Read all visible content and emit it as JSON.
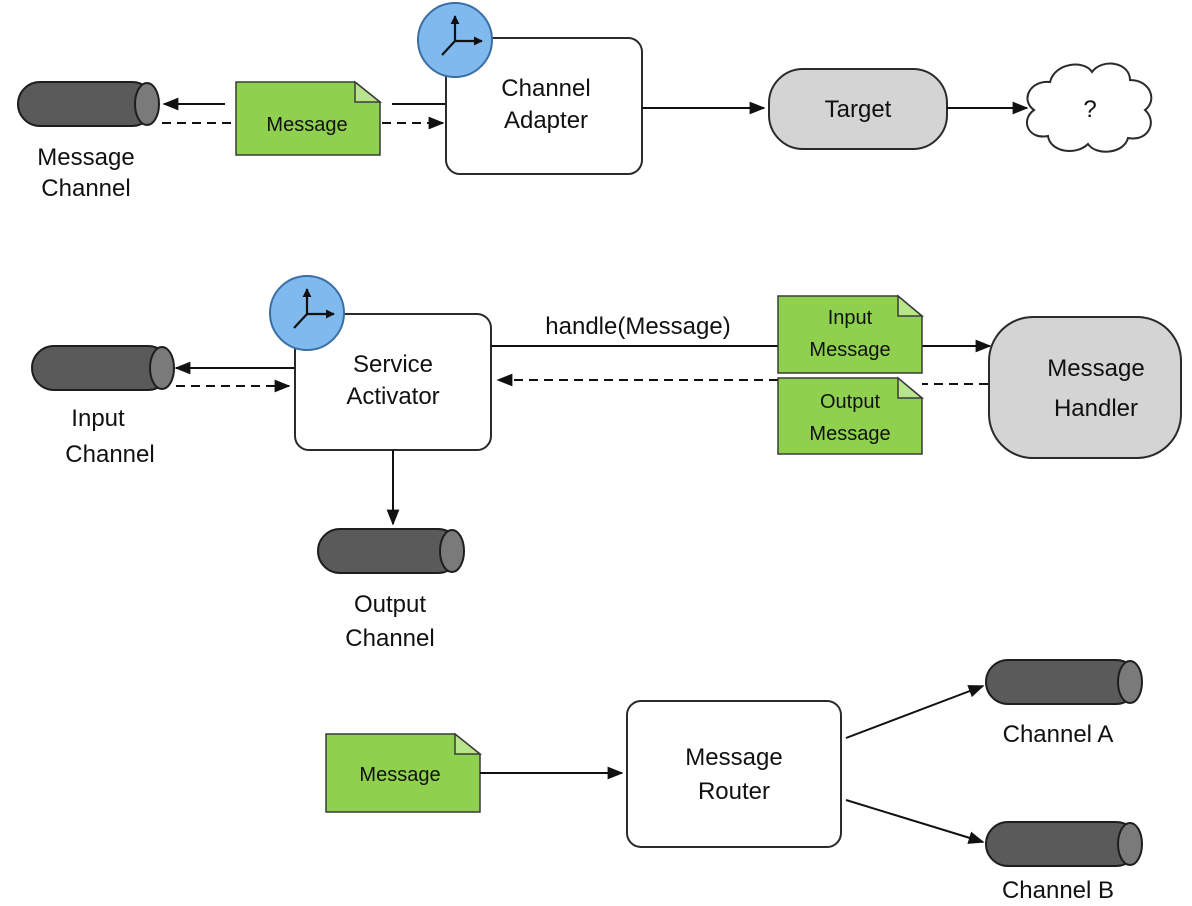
{
  "diagram_1": {
    "channel_label_line1": "Message",
    "channel_label_line2": "Channel",
    "message_label": "Message",
    "adapter_line1": "Channel",
    "adapter_line2": "Adapter",
    "target_label": "Target",
    "cloud_label": "?"
  },
  "diagram_2": {
    "input_channel_line1": "Input",
    "input_channel_line2": "Channel",
    "activator_line1": "Service",
    "activator_line2": "Activator",
    "handle_call": "handle(Message)",
    "input_message_line1": "Input",
    "input_message_line2": "Message",
    "output_message_line1": "Output",
    "output_message_line2": "Message",
    "handler_line1": "Message",
    "handler_line2": "Handler",
    "output_channel_line1": "Output",
    "output_channel_line2": "Channel"
  },
  "diagram_3": {
    "message_label": "Message",
    "router_line1": "Message",
    "router_line2": "Router",
    "channel_a": "Channel A",
    "channel_b": "Channel B"
  }
}
